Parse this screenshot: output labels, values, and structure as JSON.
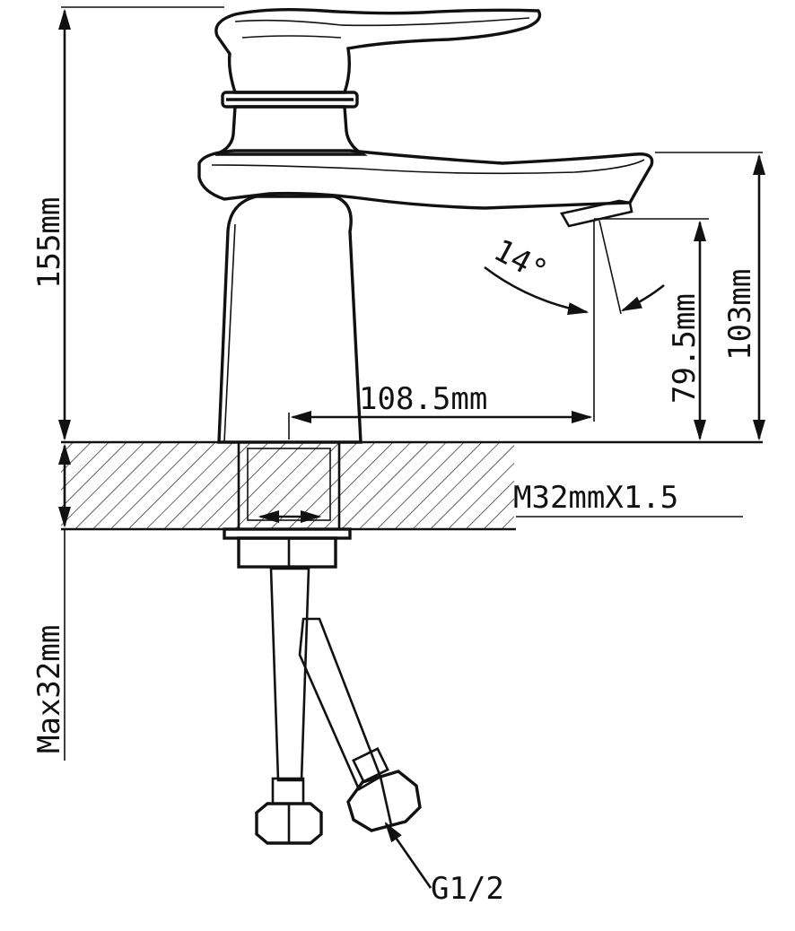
{
  "dimensions": {
    "total_height": "155mm",
    "spout_height": "103mm",
    "outlet_height": "79.5mm",
    "spout_reach": "108.5mm",
    "spout_angle": "14°",
    "thread": "M32mmX1.5",
    "max_deck_thickness": "Max32mm",
    "hose_connection": "G1/2"
  },
  "colors": {
    "ink": "#111111",
    "background": "#ffffff"
  }
}
